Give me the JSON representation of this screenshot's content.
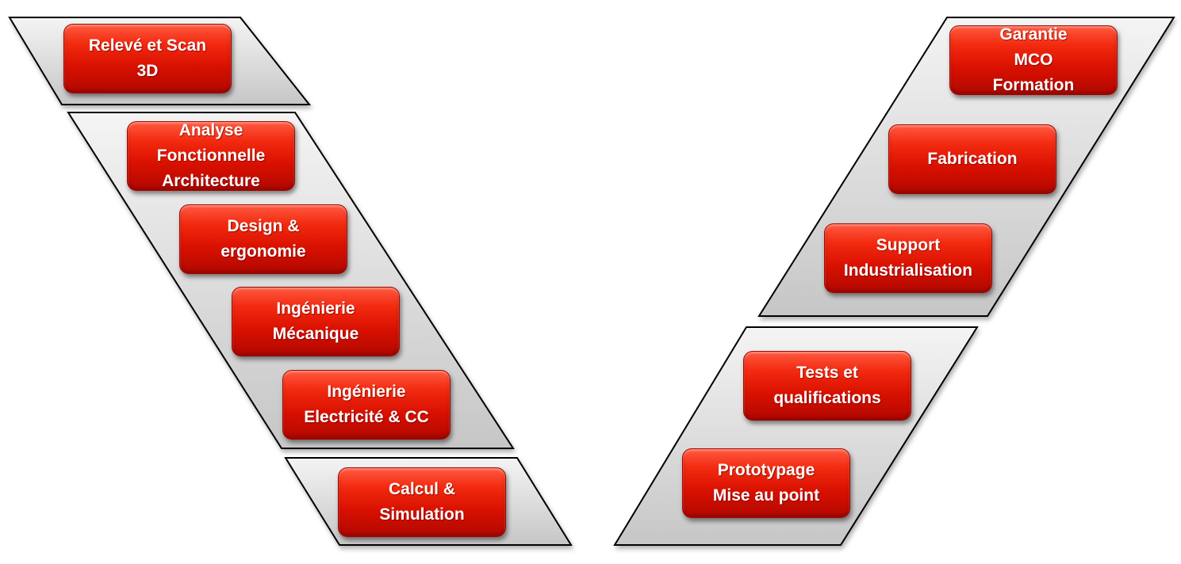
{
  "diagram": {
    "left_branch": [
      {
        "id": "releve",
        "label": "Relevé et Scan\n3D"
      },
      {
        "id": "analyse",
        "label": "Analyse\nFonctionnelle\nArchitecture"
      },
      {
        "id": "design",
        "label": "Design &\nergonomie"
      },
      {
        "id": "meca",
        "label": "Ingénierie\nMécanique"
      },
      {
        "id": "elec",
        "label": "Ingénierie\nElectricité & CC"
      },
      {
        "id": "calcul",
        "label": "Calcul &\nSimulation"
      }
    ],
    "right_branch": [
      {
        "id": "prototypage",
        "label": "Prototypage\nMise au point"
      },
      {
        "id": "tests",
        "label": "Tests et\nqualifications"
      },
      {
        "id": "support",
        "label": "Support\nIndustrialisation"
      },
      {
        "id": "fabrication",
        "label": "Fabrication"
      },
      {
        "id": "garantie",
        "label": "Garantie\nMCO\nFormation"
      }
    ],
    "colors": {
      "box_fill": "#e01800",
      "band_fill": "#d9d9d9",
      "band_stroke": "#000000",
      "text": "#ffffff"
    }
  }
}
